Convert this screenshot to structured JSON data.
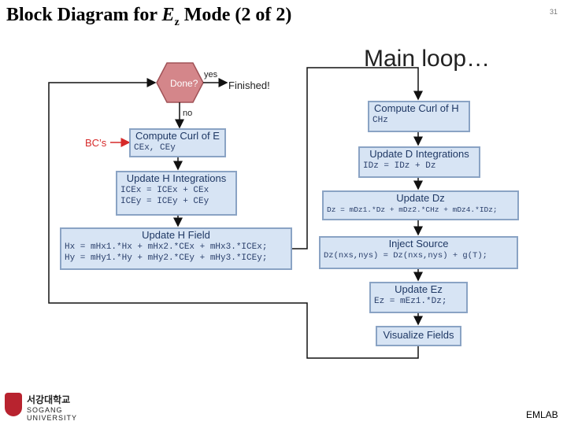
{
  "slide": {
    "title_prefix": "Block Diagram for ",
    "title_var": "E",
    "title_sub": "z",
    "title_suffix": " Mode (2 of 2)",
    "page_number": "31",
    "main_loop": "Main loop…",
    "footer": "EMLAB",
    "logo": {
      "korean": "서강대학교",
      "english": "SOGANG UNIVERSITY"
    }
  },
  "diagram": {
    "decision": "Done?",
    "yes_label": "yes",
    "no_label": "no",
    "finished": "Finished!",
    "bc_label": "BC’s",
    "curl_e": {
      "title": "Compute Curl of E",
      "lines": [
        "CEx, CEy"
      ]
    },
    "update_h_int": {
      "title": "Update H Integrations",
      "lines": [
        "ICEx = ICEx + CEx",
        "ICEy = ICEy + CEy"
      ]
    },
    "update_h": {
      "title": "Update H Field",
      "lines": [
        "Hx = mHx1.*Hx + mHx2.*CEx + mHx3.*ICEx;",
        "Hy = mHy1.*Hy + mHy2.*CEy + mHy3.*ICEy;"
      ]
    },
    "curl_h": {
      "title": "Compute Curl of H",
      "lines": [
        "CHz"
      ]
    },
    "update_d_int": {
      "title": "Update D Integrations",
      "lines": [
        "IDz = IDz + Dz"
      ]
    },
    "update_dz": {
      "title": "Update Dz",
      "lines": [
        "Dz = mDz1.*Dz + mDz2.*CHz + mDz4.*IDz;"
      ]
    },
    "inject": {
      "title": "Inject Source",
      "lines": [
        "Dz(nxs,nys) = Dz(nxs,nys) + g(T);"
      ]
    },
    "update_ez": {
      "title": "Update Ez",
      "lines": [
        "Ez = mEz1.*Dz;"
      ]
    },
    "visualize": {
      "title": "Visualize Fields"
    }
  },
  "colors": {
    "box_fill": "#d7e4f4",
    "box_border": "#8aa3c4",
    "decision_fill": "#d4868a",
    "bc_red": "#d62a2a"
  }
}
